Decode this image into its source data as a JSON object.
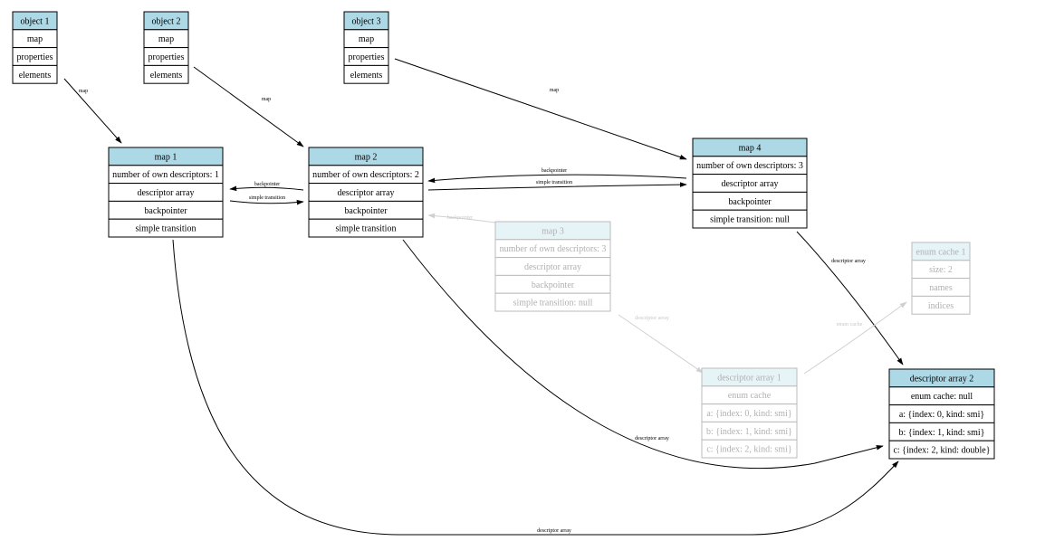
{
  "colors": {
    "header": "#add8e6",
    "header_faded": "#e6f4f8",
    "stroke": "#000000",
    "stroke_faded": "#bbbbbb",
    "edge": "#000000",
    "edge_faded": "#d0d0d0"
  },
  "nodes": [
    {
      "id": "object1",
      "title": "object 1",
      "rows": [
        "map",
        "properties",
        "elements"
      ],
      "faded": false
    },
    {
      "id": "object2",
      "title": "object 2",
      "rows": [
        "map",
        "properties",
        "elements"
      ],
      "faded": false
    },
    {
      "id": "object3",
      "title": "object 3",
      "rows": [
        "map",
        "properties",
        "elements"
      ],
      "faded": false
    },
    {
      "id": "map1",
      "title": "map 1",
      "rows": [
        "number of own descriptors: 1",
        "descriptor array",
        "backpointer",
        "simple transition"
      ],
      "faded": false
    },
    {
      "id": "map2",
      "title": "map 2",
      "rows": [
        "number of own descriptors: 2",
        "descriptor array",
        "backpointer",
        "simple transition"
      ],
      "faded": false
    },
    {
      "id": "map4",
      "title": "map 4",
      "rows": [
        "number of own descriptors: 3",
        "descriptor array",
        "backpointer",
        "simple transition: null"
      ],
      "faded": false
    },
    {
      "id": "map3",
      "title": "map 3",
      "rows": [
        "number of own descriptors: 3",
        "descriptor array",
        "backpointer",
        "simple transition: null"
      ],
      "faded": true
    },
    {
      "id": "enum1",
      "title": "enum cache 1",
      "rows": [
        "size: 2",
        "names",
        "indices"
      ],
      "faded": true
    },
    {
      "id": "desc1",
      "title": "descriptor array 1",
      "rows": [
        "enum cache",
        "a: {index: 0, kind: smi}",
        "b: {index: 1, kind: smi}",
        "c: {index: 2, kind: smi}"
      ],
      "faded": true
    },
    {
      "id": "desc2",
      "title": "descriptor array 2",
      "rows": [
        "enum cache: null",
        "a: {index: 0, kind: smi}",
        "b: {index: 1, kind: smi}",
        "c: {index: 2, kind: double}"
      ],
      "faded": false
    }
  ],
  "edges": [
    {
      "id": "obj1-map",
      "label": "map",
      "faded": false
    },
    {
      "id": "obj2-map",
      "label": "map",
      "faded": false
    },
    {
      "id": "obj3-map",
      "label": "map",
      "faded": false
    },
    {
      "id": "map2-map1-back",
      "label": "backpointer",
      "faded": false
    },
    {
      "id": "map1-map2-trans",
      "label": "simple transition",
      "faded": false
    },
    {
      "id": "map4-map2-back",
      "label": "backpointer",
      "faded": false
    },
    {
      "id": "map2-map4-trans",
      "label": "simple transition",
      "faded": false
    },
    {
      "id": "map3-map2-back",
      "label": "backpointer",
      "faded": true
    },
    {
      "id": "map4-desc2",
      "label": "descriptor array",
      "faded": false
    },
    {
      "id": "map3-desc1",
      "label": "descriptor array",
      "faded": true
    },
    {
      "id": "desc1-enum1",
      "label": "enum cache",
      "faded": true
    },
    {
      "id": "map2-desc2",
      "label": "descriptor array",
      "faded": false
    },
    {
      "id": "map1-desc2",
      "label": "descriptor array",
      "faded": false
    }
  ]
}
